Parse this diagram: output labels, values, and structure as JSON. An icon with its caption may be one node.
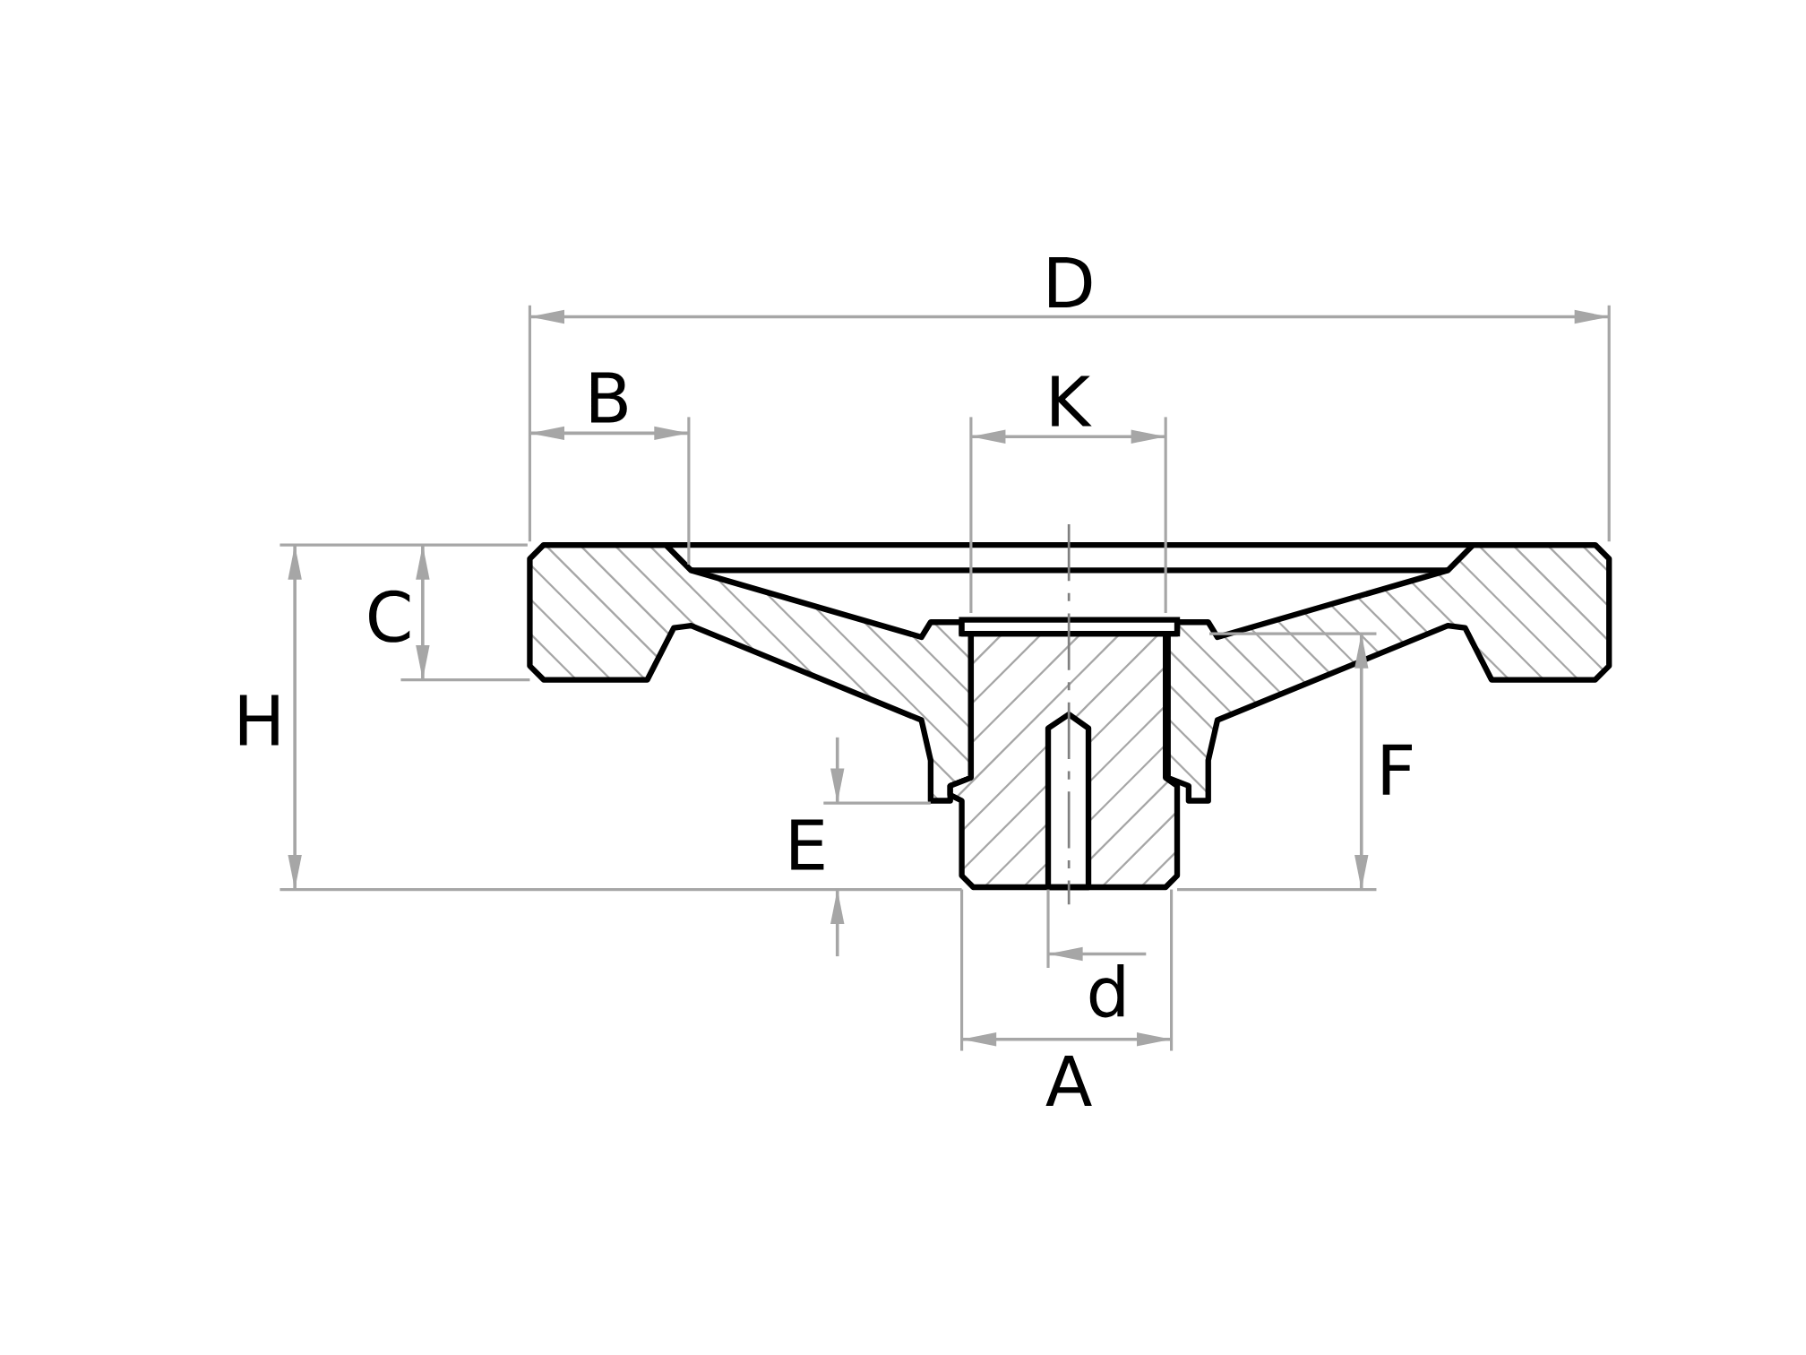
{
  "diagram": {
    "labels": [
      "D",
      "B",
      "K",
      "C",
      "H",
      "F",
      "E",
      "d",
      "A"
    ]
  }
}
